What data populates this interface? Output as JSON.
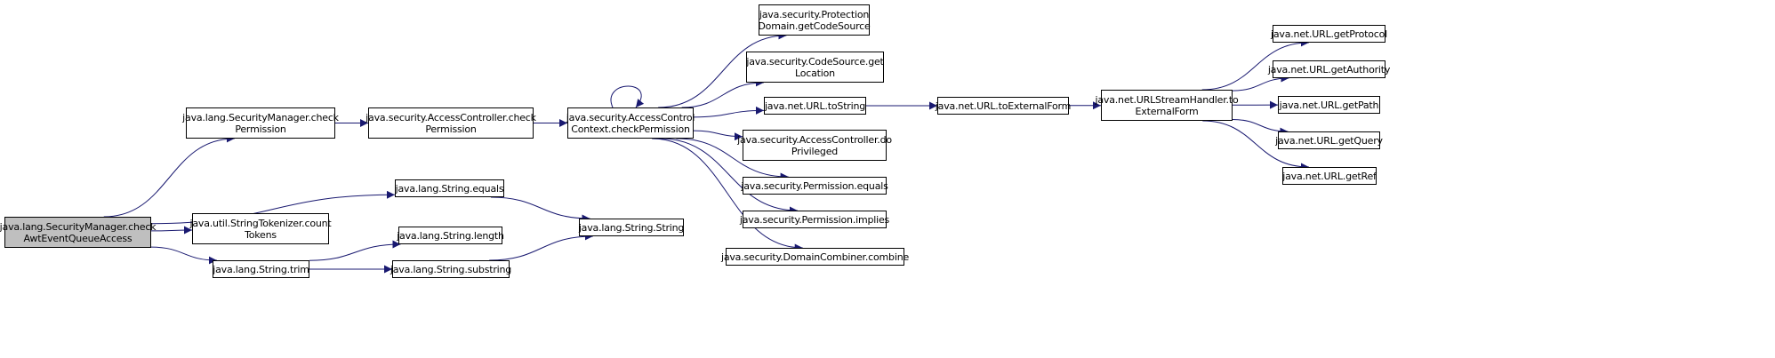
{
  "colors": {
    "edge": "#191970",
    "node_border": "#000000",
    "root_fill": "#bfbfbf",
    "node_fill": "#ffffff"
  },
  "nodes": [
    {
      "id": "n0",
      "label": "java.lang.SecurityManager.check\nAwtEventQueueAccess",
      "root": true
    },
    {
      "id": "n1",
      "label": "java.lang.SecurityManager.check\nPermission"
    },
    {
      "id": "n2",
      "label": "java.security.AccessController.check\nPermission"
    },
    {
      "id": "n3",
      "label": "java.security.AccessControl\nContext.checkPermission"
    },
    {
      "id": "n4",
      "label": "java.security.Protection\nDomain.getCodeSource"
    },
    {
      "id": "n5",
      "label": "java.security.CodeSource.get\nLocation"
    },
    {
      "id": "n6",
      "label": "java.net.URL.toString"
    },
    {
      "id": "n7",
      "label": "java.net.URL.toExternalForm"
    },
    {
      "id": "n8",
      "label": "java.net.URLStreamHandler.to\nExternalForm"
    },
    {
      "id": "n9",
      "label": "java.net.URL.getProtocol"
    },
    {
      "id": "n10",
      "label": "java.net.URL.getAuthority"
    },
    {
      "id": "n11",
      "label": "java.net.URL.getPath"
    },
    {
      "id": "n12",
      "label": "java.net.URL.getQuery"
    },
    {
      "id": "n13",
      "label": "java.net.URL.getRef"
    },
    {
      "id": "n14",
      "label": "java.security.AccessController.do\nPrivileged"
    },
    {
      "id": "n15",
      "label": "java.security.Permission.equals"
    },
    {
      "id": "n16",
      "label": "java.security.Permission.implies"
    },
    {
      "id": "n17",
      "label": "java.security.DomainCombiner.combine"
    },
    {
      "id": "n18",
      "label": "java.lang.String.equals"
    },
    {
      "id": "n19",
      "label": "java.util.StringTokenizer.count\nTokens"
    },
    {
      "id": "n20",
      "label": "java.lang.String.trim"
    },
    {
      "id": "n21",
      "label": "java.lang.String.length"
    },
    {
      "id": "n22",
      "label": "java.lang.String.substring"
    },
    {
      "id": "n23",
      "label": "java.lang.String.String"
    }
  ],
  "edges": [
    [
      "n0",
      "n1"
    ],
    [
      "n0",
      "n18"
    ],
    [
      "n0",
      "n19"
    ],
    [
      "n0",
      "n20"
    ],
    [
      "n1",
      "n2"
    ],
    [
      "n2",
      "n3"
    ],
    [
      "n3",
      "n3"
    ],
    [
      "n3",
      "n4"
    ],
    [
      "n3",
      "n5"
    ],
    [
      "n3",
      "n6"
    ],
    [
      "n3",
      "n14"
    ],
    [
      "n3",
      "n15"
    ],
    [
      "n3",
      "n16"
    ],
    [
      "n3",
      "n17"
    ],
    [
      "n6",
      "n7"
    ],
    [
      "n7",
      "n8"
    ],
    [
      "n8",
      "n9"
    ],
    [
      "n8",
      "n10"
    ],
    [
      "n8",
      "n11"
    ],
    [
      "n8",
      "n12"
    ],
    [
      "n8",
      "n13"
    ],
    [
      "n18",
      "n23"
    ],
    [
      "n20",
      "n21"
    ],
    [
      "n20",
      "n22"
    ],
    [
      "n22",
      "n23"
    ]
  ]
}
